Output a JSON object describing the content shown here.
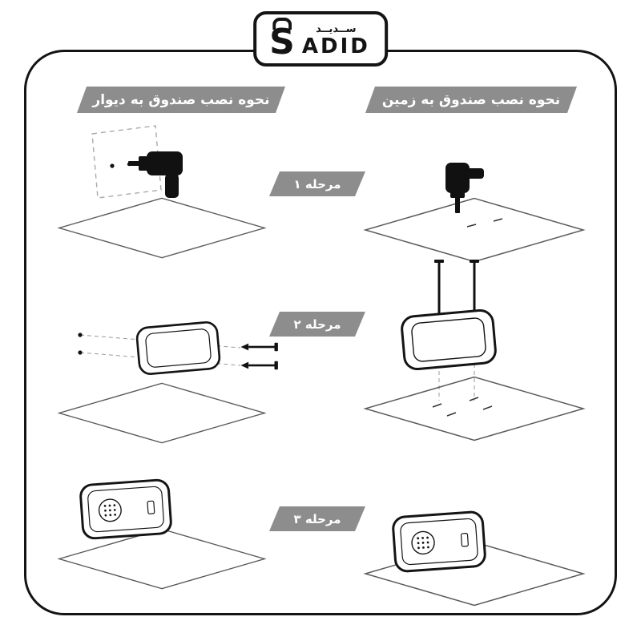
{
  "brand": {
    "initial": "S",
    "name_latin": "ADID",
    "name_persian": "ســدیــد"
  },
  "headers": {
    "wall_title": "نحوه نصب صندوق به دیوار",
    "floor_title": "نحوه نصب صندوق به زمین"
  },
  "steps": [
    {
      "label": "مرحله ۱"
    },
    {
      "label": "مرحله ۲"
    },
    {
      "label": "مرحله ۳"
    }
  ],
  "colors": {
    "banner_gray": "#8d8d8d",
    "outline_black": "#141414",
    "text_white": "#ffffff"
  },
  "icons": {
    "logo": "lock-s-icon",
    "drill": "drill-icon",
    "safe": "safe-icon",
    "bolt": "bolt-icon",
    "screw": "screw-icon",
    "floor_plane": "floor-plane-diamond",
    "wall_marking": "wall-drill-marking"
  }
}
